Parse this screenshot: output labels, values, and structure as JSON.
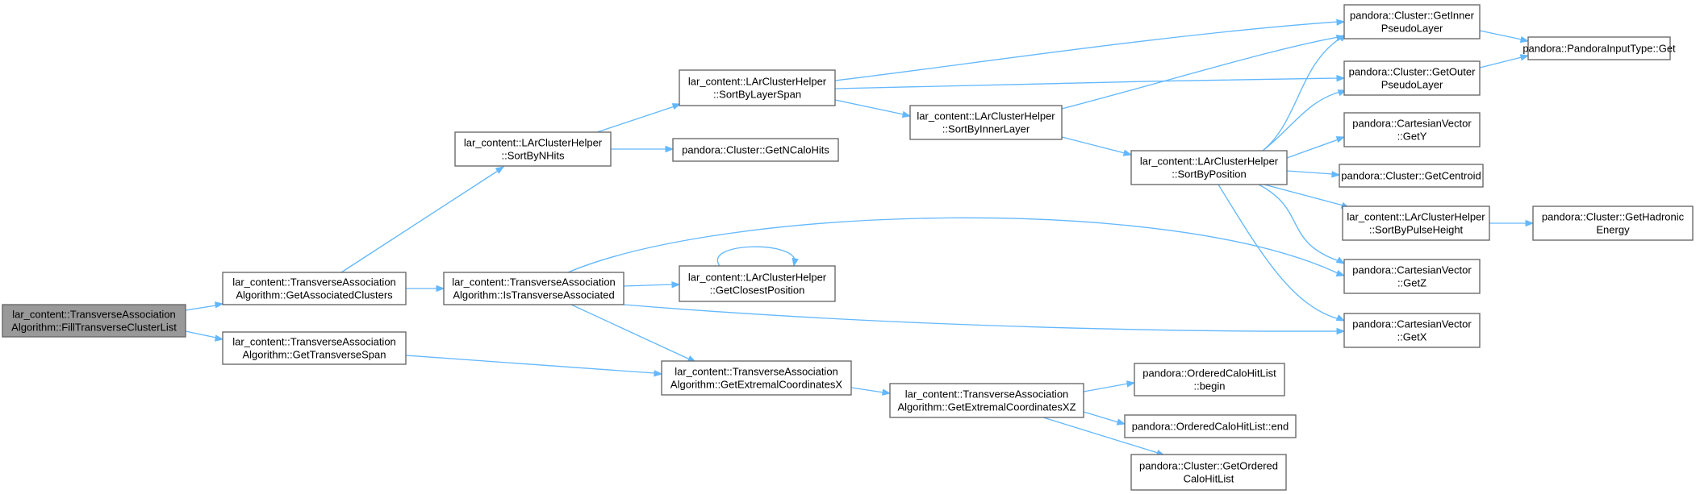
{
  "nodes": [
    {
      "id": "n0",
      "lines": [
        "lar_content::TransverseAssociation",
        "Algorithm::FillTransverseClusterList"
      ],
      "root": true
    },
    {
      "id": "n1",
      "lines": [
        "lar_content::TransverseAssociation",
        "Algorithm::GetAssociatedClusters"
      ]
    },
    {
      "id": "n2",
      "lines": [
        "lar_content::TransverseAssociation",
        "Algorithm::GetTransverseSpan"
      ]
    },
    {
      "id": "n3",
      "lines": [
        "lar_content::LArClusterHelper",
        "::SortByNHits"
      ]
    },
    {
      "id": "n4",
      "lines": [
        "lar_content::TransverseAssociation",
        "Algorithm::IsTransverseAssociated"
      ]
    },
    {
      "id": "n5",
      "lines": [
        "lar_content::TransverseAssociation",
        "Algorithm::GetExtremalCoordinatesX"
      ]
    },
    {
      "id": "n6",
      "lines": [
        "lar_content::LArClusterHelper",
        "::SortByLayerSpan"
      ]
    },
    {
      "id": "n7",
      "lines": [
        "pandora::Cluster::GetNCaloHits"
      ]
    },
    {
      "id": "n8",
      "lines": [
        "lar_content::LArClusterHelper",
        "::GetClosestPosition"
      ]
    },
    {
      "id": "n9",
      "lines": [
        "lar_content::TransverseAssociation",
        "Algorithm::GetExtremalCoordinatesXZ"
      ]
    },
    {
      "id": "n10",
      "lines": [
        "lar_content::LArClusterHelper",
        "::SortByInnerLayer"
      ]
    },
    {
      "id": "n11",
      "lines": [
        "lar_content::LArClusterHelper",
        "::SortByPosition"
      ]
    },
    {
      "id": "n12",
      "lines": [
        "pandora::Cluster::GetInner",
        "PseudoLayer"
      ]
    },
    {
      "id": "n13",
      "lines": [
        "pandora::Cluster::GetOuter",
        "PseudoLayer"
      ]
    },
    {
      "id": "n14",
      "lines": [
        "pandora::CartesianVector",
        "::GetY"
      ]
    },
    {
      "id": "n15",
      "lines": [
        "pandora::Cluster::GetCentroid"
      ]
    },
    {
      "id": "n16",
      "lines": [
        "lar_content::LArClusterHelper",
        "::SortByPulseHeight"
      ]
    },
    {
      "id": "n17",
      "lines": [
        "pandora::CartesianVector",
        "::GetZ"
      ]
    },
    {
      "id": "n18",
      "lines": [
        "pandora::CartesianVector",
        "::GetX"
      ]
    },
    {
      "id": "n19",
      "lines": [
        "pandora::OrderedCaloHitList",
        "::begin"
      ]
    },
    {
      "id": "n20",
      "lines": [
        "pandora::OrderedCaloHitList::end"
      ]
    },
    {
      "id": "n21",
      "lines": [
        "pandora::Cluster::GetOrdered",
        "CaloHitList"
      ]
    },
    {
      "id": "n22",
      "lines": [
        "pandora::PandoraInputType::Get"
      ]
    },
    {
      "id": "n23",
      "lines": [
        "pandora::Cluster::GetHadronic",
        "Energy"
      ]
    }
  ],
  "edges": [
    {
      "from": "n0",
      "to": "n1"
    },
    {
      "from": "n0",
      "to": "n2"
    },
    {
      "from": "n1",
      "to": "n3"
    },
    {
      "from": "n1",
      "to": "n4"
    },
    {
      "from": "n2",
      "to": "n5"
    },
    {
      "from": "n3",
      "to": "n6"
    },
    {
      "from": "n3",
      "to": "n7"
    },
    {
      "from": "n4",
      "to": "n8"
    },
    {
      "from": "n4",
      "to": "n5"
    },
    {
      "from": "n4",
      "to": "n17"
    },
    {
      "from": "n4",
      "to": "n18"
    },
    {
      "from": "n8",
      "to": "n8"
    },
    {
      "from": "n5",
      "to": "n9"
    },
    {
      "from": "n6",
      "to": "n12"
    },
    {
      "from": "n6",
      "to": "n13"
    },
    {
      "from": "n6",
      "to": "n10"
    },
    {
      "from": "n10",
      "to": "n12"
    },
    {
      "from": "n10",
      "to": "n11"
    },
    {
      "from": "n11",
      "to": "n12"
    },
    {
      "from": "n11",
      "to": "n13"
    },
    {
      "from": "n11",
      "to": "n14"
    },
    {
      "from": "n11",
      "to": "n15"
    },
    {
      "from": "n11",
      "to": "n16"
    },
    {
      "from": "n11",
      "to": "n17"
    },
    {
      "from": "n11",
      "to": "n18"
    },
    {
      "from": "n12",
      "to": "n22"
    },
    {
      "from": "n13",
      "to": "n22"
    },
    {
      "from": "n16",
      "to": "n23"
    },
    {
      "from": "n9",
      "to": "n19"
    },
    {
      "from": "n9",
      "to": "n20"
    },
    {
      "from": "n9",
      "to": "n21"
    }
  ]
}
